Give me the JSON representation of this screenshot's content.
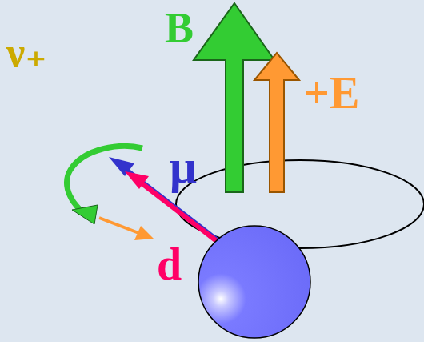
{
  "diagram": {
    "labels": [
      "B",
      "+E",
      "ν₊",
      "μ",
      "d"
    ]
  }
}
